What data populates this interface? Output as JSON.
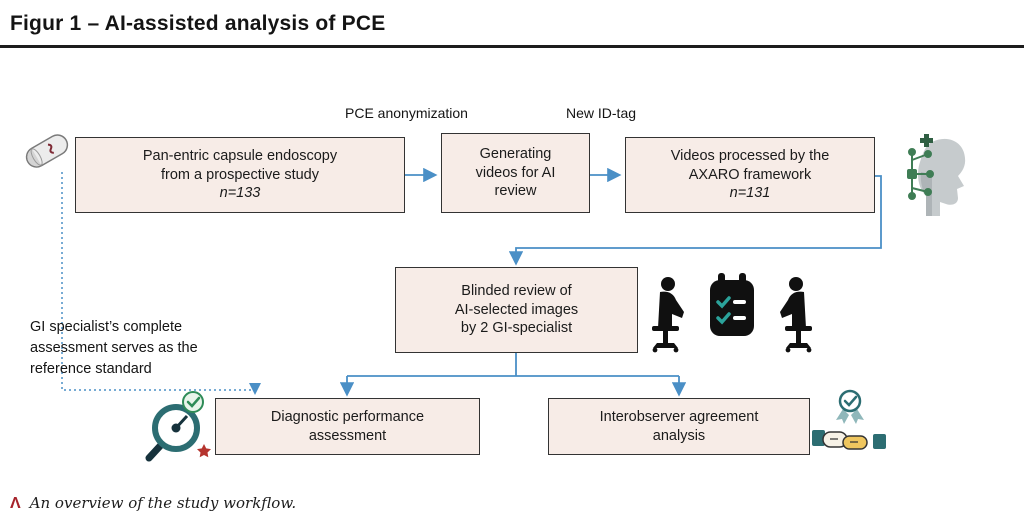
{
  "title": "Figur 1 – AI-assisted analysis of PCE",
  "labels": {
    "pce_anonymization": "PCE anonymization",
    "new_id_tag": "New ID-tag",
    "reference_note": [
      "GI specialist’s complete",
      "assessment serves as the",
      "reference standard"
    ]
  },
  "boxes": {
    "capsule_study": {
      "lines": [
        "Pan-entric capsule endoscopy",
        "from a prospective study"
      ],
      "n": "n=133"
    },
    "generating_videos": {
      "lines": [
        "Generating",
        "videos for AI",
        "review"
      ]
    },
    "axaro": {
      "lines": [
        "Videos processed by the",
        "AXARO framework"
      ],
      "n": "n=131"
    },
    "blinded_review": {
      "lines": [
        "Blinded review of",
        "AI-selected images",
        "by 2 GI-specialist"
      ]
    },
    "diagnostic": {
      "lines": [
        "Diagnostic performance",
        "assessment"
      ]
    },
    "interobserver": {
      "lines": [
        "Interobserver agreement",
        "analysis"
      ]
    }
  },
  "caption": {
    "marker": "Λ",
    "text": "An overview of the study workflow."
  },
  "icons": {
    "capsule": "capsule-endoscopy-icon",
    "ai_head": "ai-circuit-head-icon",
    "review": "reviewers-checklist-icon",
    "diagnostic": "gauge-magnifier-icon",
    "agreement": "handshake-award-icon"
  },
  "colors": {
    "arrow": "#4a8fc6",
    "box_fill": "#f7ece7",
    "box_border": "#333333",
    "title_rule": "#1c1c1c",
    "caption_marker": "#a6232b"
  }
}
